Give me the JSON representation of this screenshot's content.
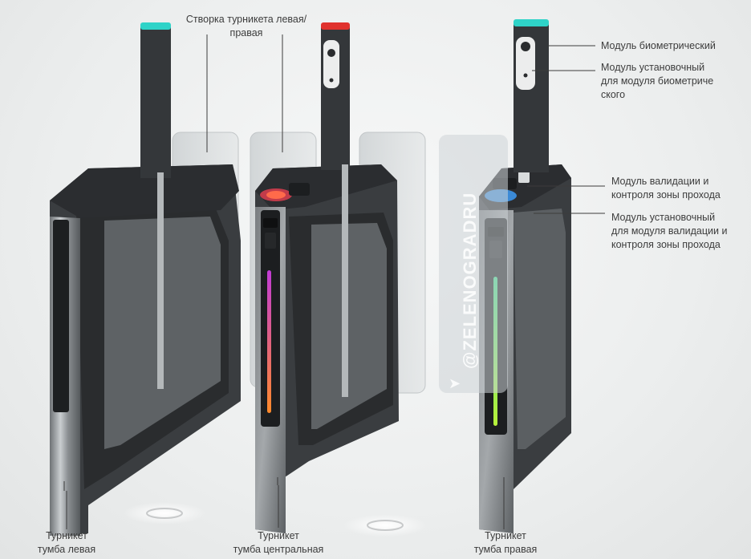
{
  "labels": {
    "door_left_right": [
      "Створка турникета левая/",
      "правая"
    ],
    "biometric_module": [
      "Модуль биометрический"
    ],
    "biometric_mount": [
      "Модуль установочный",
      "для модуля биометриче",
      "ского"
    ],
    "validation_module": [
      "Модуль валидации и",
      "контроля зоны прохода"
    ],
    "validation_mount": [
      "Модуль установочный",
      "для модуля валидации и",
      "контроля зоны прохода"
    ],
    "left_cabinet": [
      "Турникет",
      "тумба левая"
    ],
    "center_cabinet": [
      "Турникет",
      "тумба центральная"
    ],
    "right_cabinet": [
      "Турникет",
      "тумба правая"
    ]
  },
  "watermark": "@ZELENOGRADRU",
  "colors": {
    "indicator_teal": "#2fd3c8",
    "indicator_red": "#e0322e",
    "center_light_top": "#c23bd6",
    "center_light_bottom": "#ff8a2a",
    "right_light_top": "#3cd98a",
    "right_light_bottom": "#b8f23a"
  },
  "icons": {
    "watermark_icon": "paper-plane-icon"
  }
}
